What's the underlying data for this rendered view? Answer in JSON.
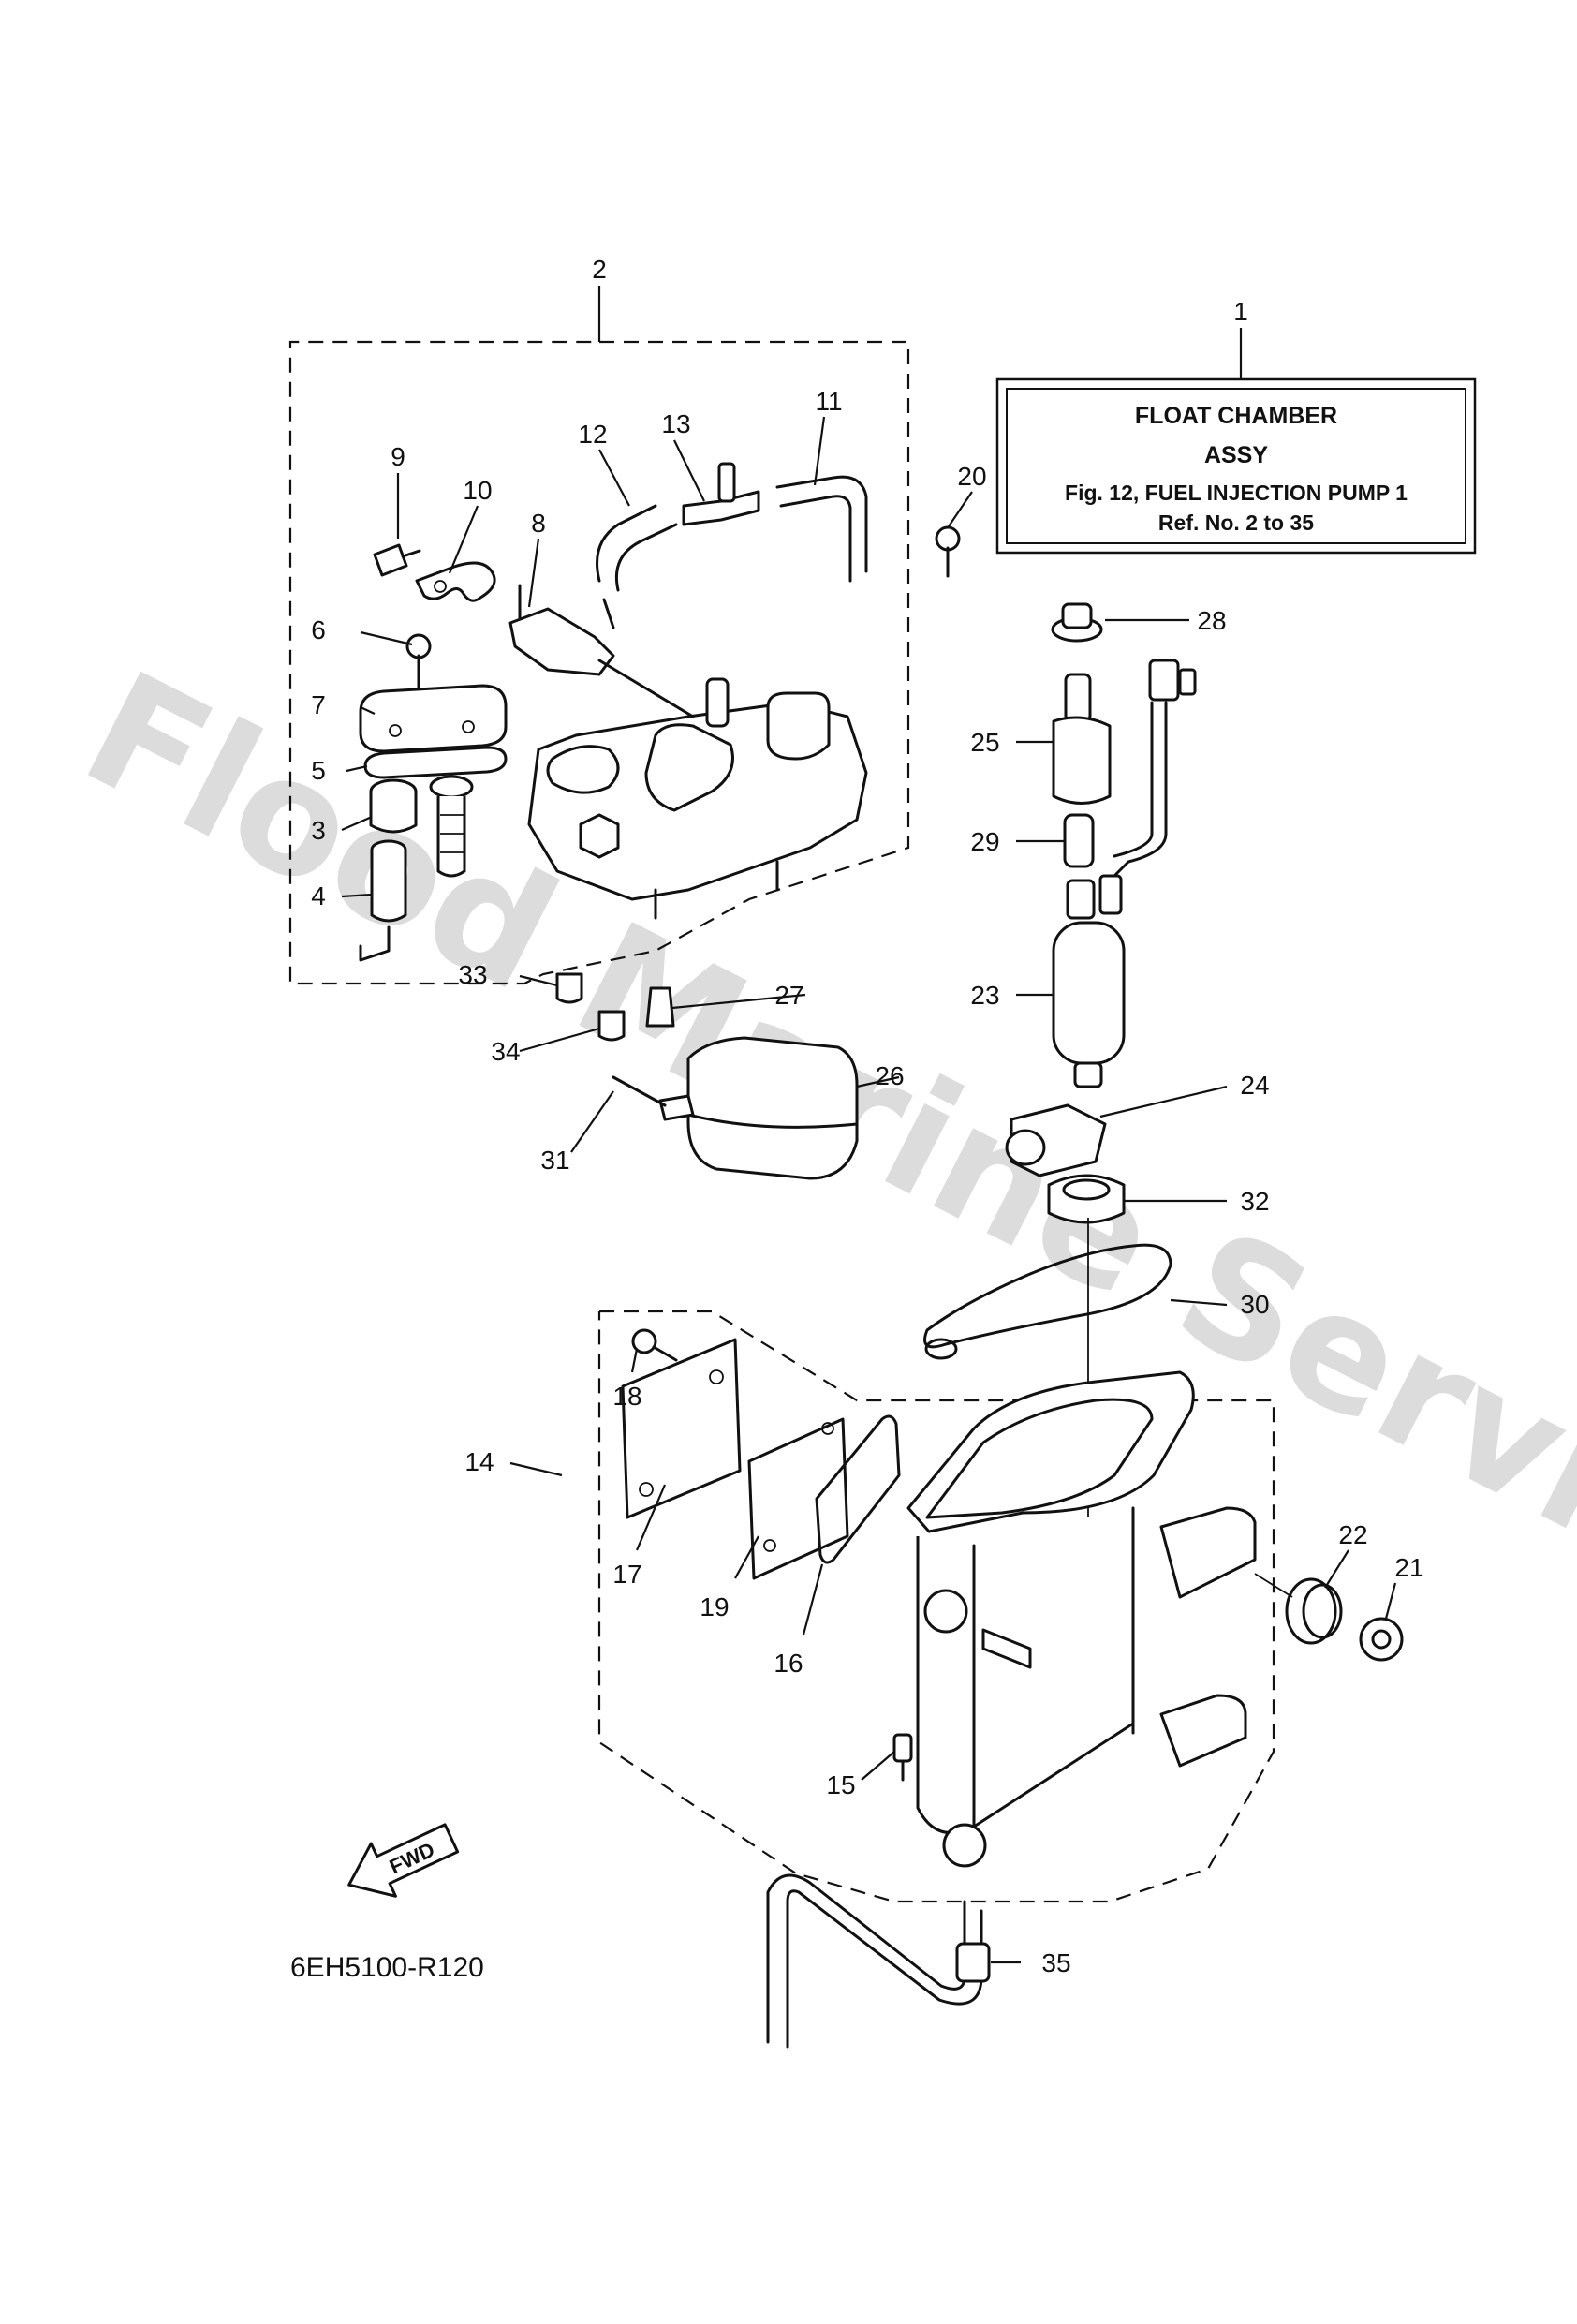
{
  "watermark": "Flood Marine Services",
  "title_box": {
    "ref_number": "1",
    "title": "FLOAT CHAMBER",
    "subtitle": "ASSY",
    "figure_ref": "Fig. 12, FUEL INJECTION PUMP 1",
    "ref_range": "Ref. No. 2 to 35"
  },
  "direction_label": "FWD",
  "diagram_code": "6EH5100-R120",
  "callouts": [
    "1",
    "2",
    "3",
    "4",
    "5",
    "6",
    "7",
    "8",
    "9",
    "10",
    "11",
    "12",
    "13",
    "14",
    "15",
    "16",
    "17",
    "18",
    "19",
    "20",
    "21",
    "22",
    "23",
    "24",
    "25",
    "26",
    "27",
    "28",
    "29",
    "30",
    "31",
    "32",
    "33",
    "34",
    "35"
  ]
}
